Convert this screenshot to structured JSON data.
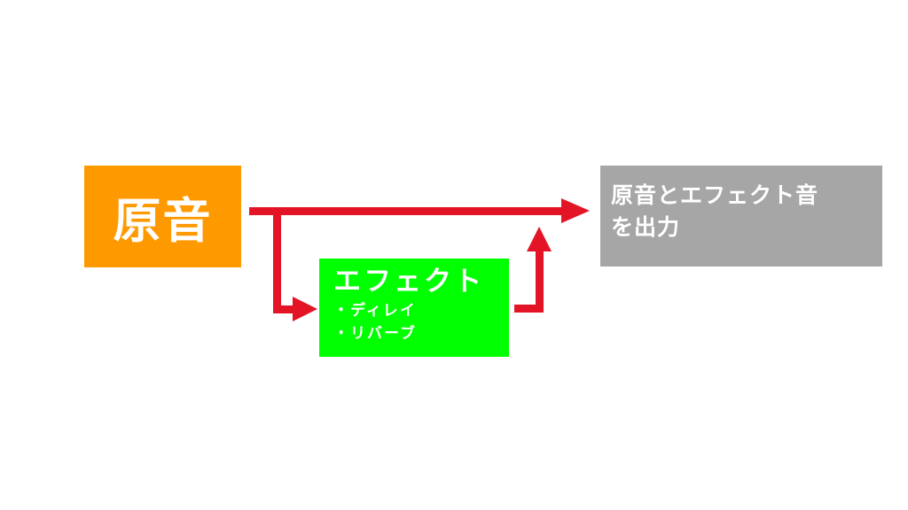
{
  "source": {
    "label": "原音"
  },
  "effect": {
    "title": "エフェクト",
    "items": [
      "・ディレイ",
      "・リバーブ"
    ]
  },
  "output": {
    "line1": "原音とエフェクト音",
    "line2": "を出力"
  },
  "colors": {
    "source": "#FF9900",
    "effect": "#00FF00",
    "output": "#A6A6A6",
    "arrow": "#E31426"
  }
}
